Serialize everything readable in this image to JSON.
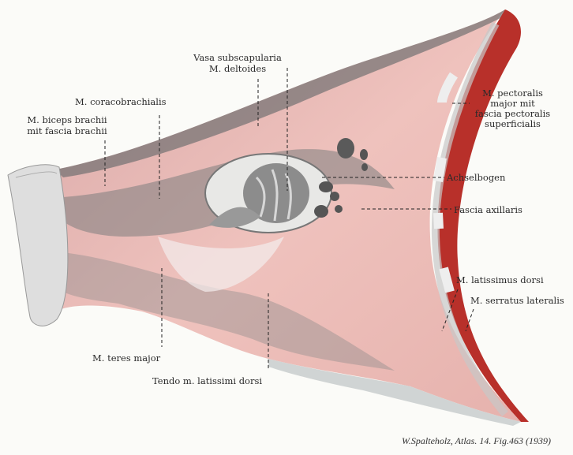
{
  "labels": {
    "vasa": "Vasa subscapularia",
    "deltoides": "M. deltoides",
    "coracobrachialis": "M. coracobrachialis",
    "biceps_1": "M. biceps brachii",
    "biceps_2": "mit fascia brachii",
    "pectoralis_1": "M. pectoralis",
    "pectoralis_2": "major mit",
    "pectoralis_3": "fascia pectoralis",
    "pectoralis_4": "superficialis",
    "achselbogen": "Achselbogen",
    "fascia_axillaris": "Fascia axillaris",
    "latissimus": "M. latissimus dorsi",
    "serratus": "M. serratus lateralis",
    "teres": "M. teres major",
    "tendo": "Tendo m. latissimi dorsi"
  },
  "caption": "W.Spalteholz, Atlas. 14. Fig.463 (1939)",
  "colors": {
    "muscle": "#e8b8b4",
    "shadow": "#8a8a8a",
    "cut_muscle": "#b8302a",
    "bone": "#dcdcdc"
  }
}
